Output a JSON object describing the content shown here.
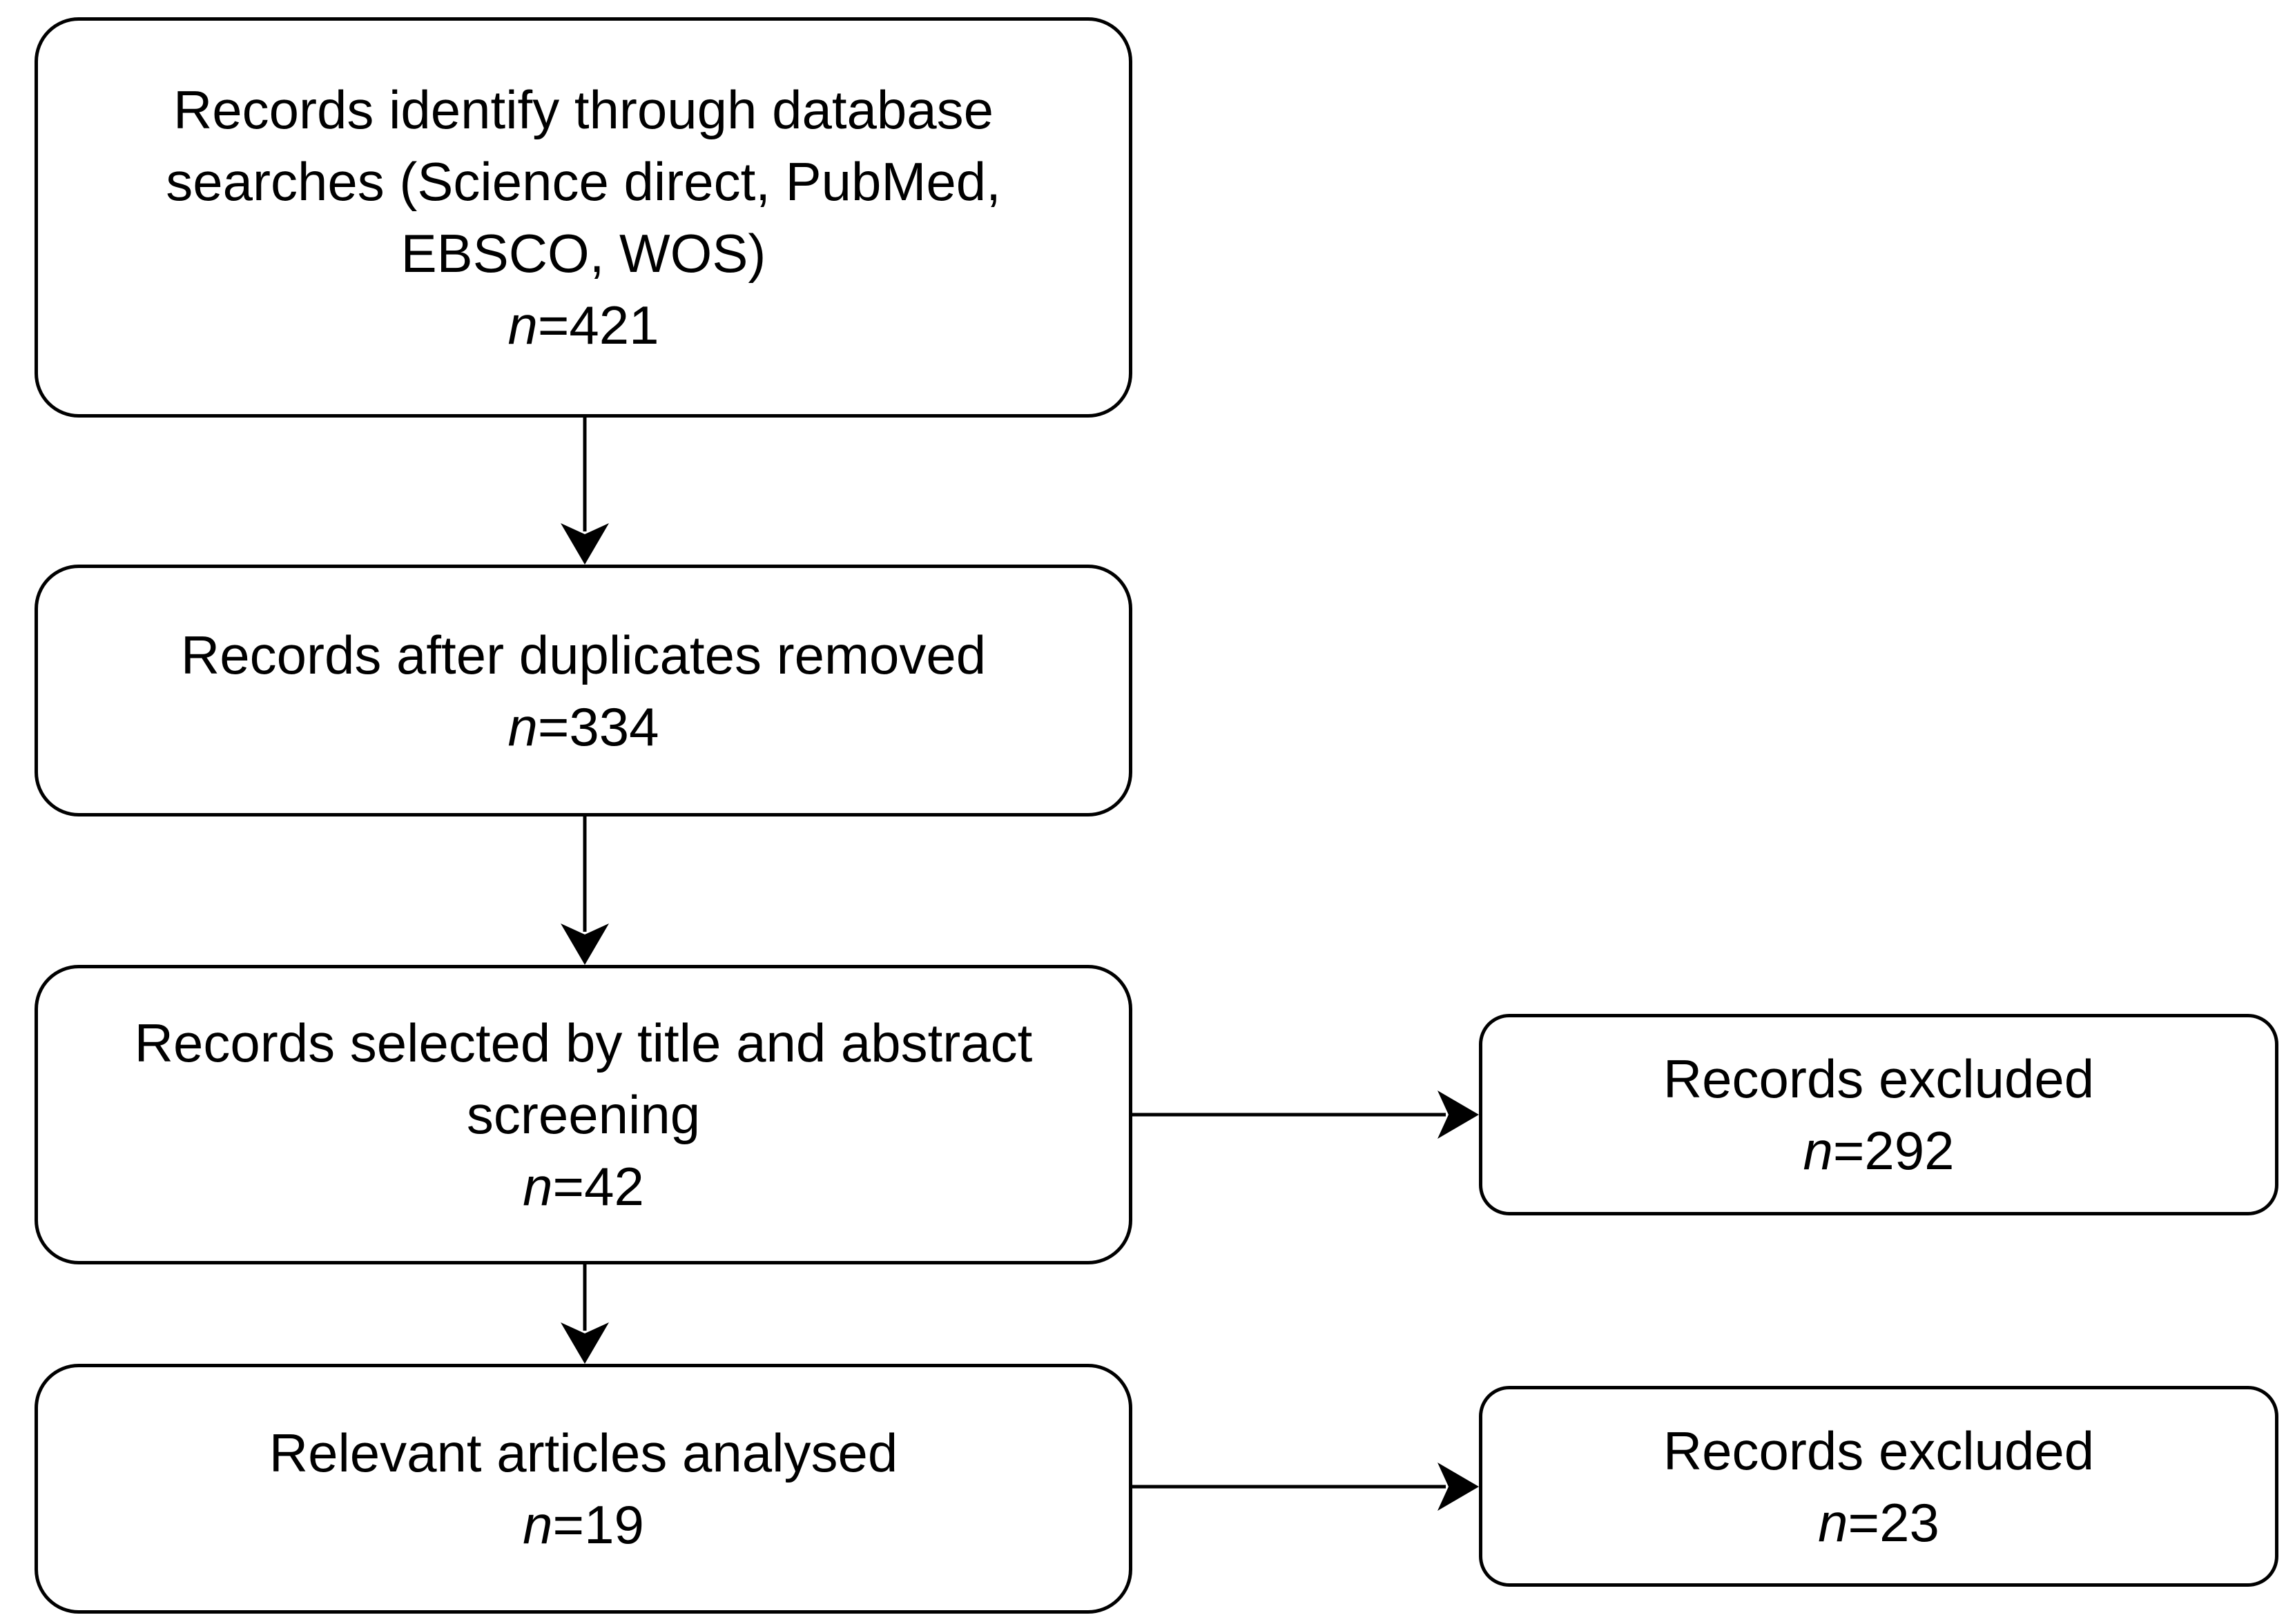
{
  "flow": {
    "identified": {
      "label": "Records identify through database searches (Science direct, PubMed, EBSCO, WOS)",
      "n_prefix": "n",
      "n_value": "=421"
    },
    "dedup": {
      "label": "Records after duplicates removed",
      "n_prefix": "n",
      "n_value": "=334"
    },
    "screened": {
      "label": "Records selected by title and abstract screening",
      "n_prefix": "n",
      "n_value": "=42"
    },
    "analysed": {
      "label": "Relevant articles analysed",
      "n_prefix": "n",
      "n_value": "=19"
    },
    "excluded_1": {
      "label": "Records excluded",
      "n_prefix": "n",
      "n_value": "=292"
    },
    "excluded_2": {
      "label": "Records excluded",
      "n_prefix": "n",
      "n_value": "=23"
    }
  },
  "style": {
    "stroke_color": "#000000",
    "background": "#ffffff"
  }
}
